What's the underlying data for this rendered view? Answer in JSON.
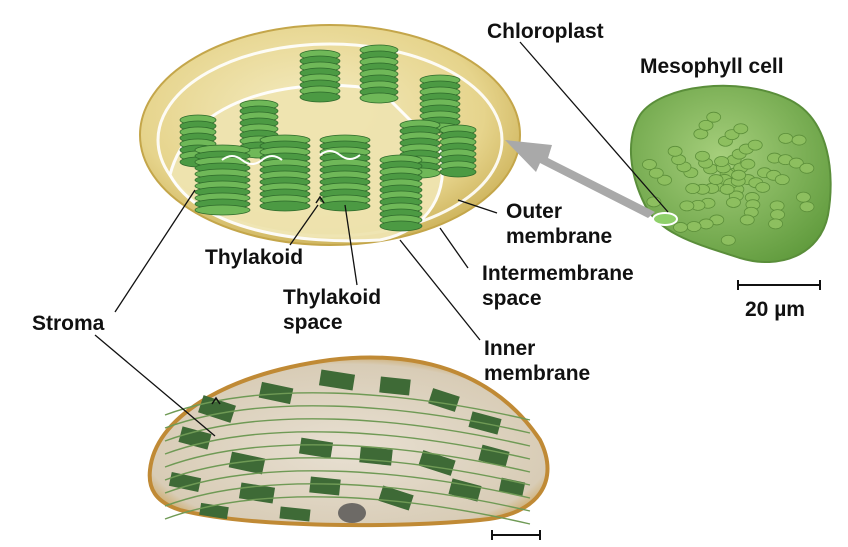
{
  "labels": {
    "chloroplast": "Chloroplast",
    "mesophyll_cell": "Mesophyll cell",
    "outer_membrane_1": "Outer",
    "outer_membrane_2": "membrane",
    "intermembrane_1": "Intermembrane",
    "intermembrane_2": "space",
    "thylakoid": "Thylakoid",
    "thylakoid_space_1": "Thylakoid",
    "thylakoid_space_2": "space",
    "stroma": "Stroma",
    "inner_membrane_1": "Inner",
    "inner_membrane_2": "membrane",
    "scale_bar": "20 µm"
  },
  "colors": {
    "stroma": "#e9dca0",
    "envelope": "#d9c46a",
    "granum": "#3f8a3a",
    "granum_light": "#8cc56a",
    "cell": "#7fb24f",
    "arrow": "#a9a9a9",
    "micrograph": "#ddd3c2",
    "micrograph_edge": "#b8872d"
  }
}
